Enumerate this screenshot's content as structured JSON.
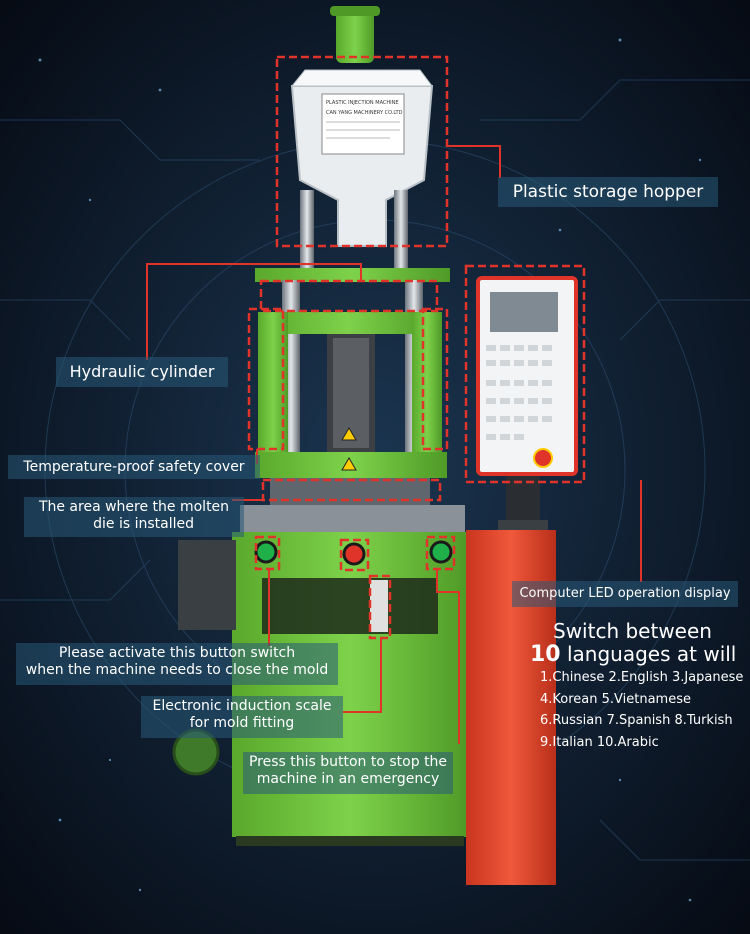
{
  "hopper": {
    "title": "PLASTIC INJECTION MACHINE",
    "company": "CAN YANG MACHINERY CO.LTD"
  },
  "labels": {
    "hopper": "Plastic storage hopper",
    "cylinder": "Hydraulic cylinder",
    "cover": "Temperature-proof safety cover",
    "molten_area_line1": "The area where the molten",
    "molten_area_line2": "die is installed",
    "display": "Computer LED operation display",
    "close_mold_line1": "Please activate this button switch",
    "close_mold_line2": "when the machine needs to close the mold",
    "scale_line1": "Electronic induction scale",
    "scale_line2": "for mold fitting",
    "stop_line1": "Press this button to stop the",
    "stop_line2": "machine in an emergency"
  },
  "languages": {
    "heading_line1": "Switch between",
    "heading_number": "10",
    "heading_line2_rest": " languages at will",
    "rows": [
      "1.Chinese 2.English 3.Japanese",
      "4.Korean 5.Vietnamese",
      "6.Russian 7.Spanish 8.Turkish",
      "9.Italian 10.Arabic"
    ]
  },
  "colors": {
    "machine_green": "#6fc23a",
    "accent_red": "#e0342b",
    "panel_orange": "#e8452e",
    "label_bg": "#2b5f80"
  }
}
